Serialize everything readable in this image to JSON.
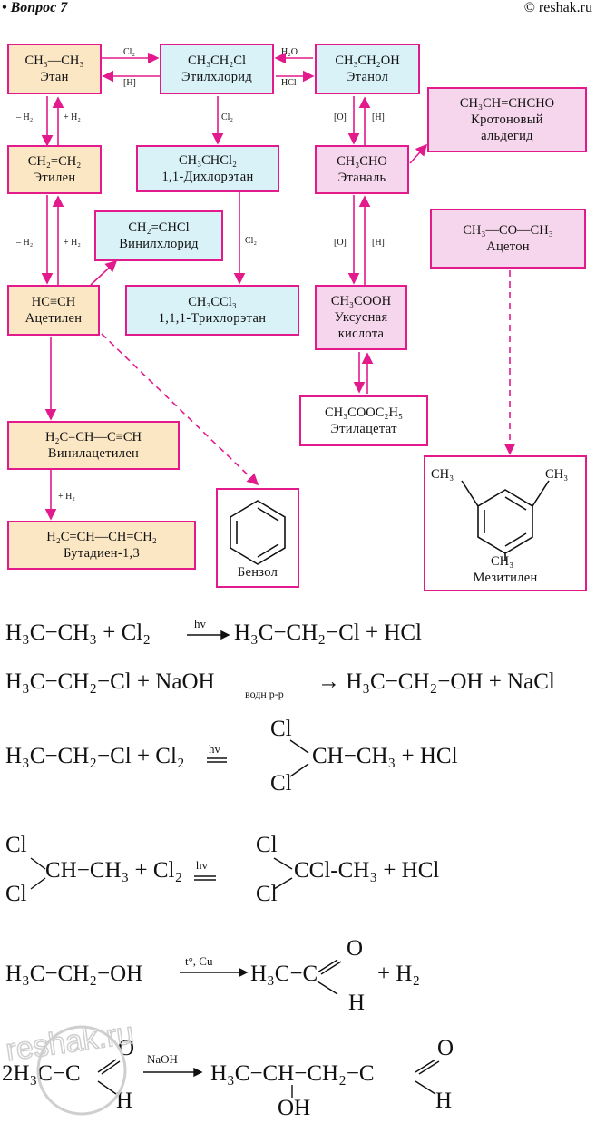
{
  "header": {
    "question": "• Вопрос 7",
    "site": "© reshak.ru"
  },
  "nodes": {
    "ethane": {
      "formula": "CH₃—CH₃",
      "name": "Этан"
    },
    "ethylchloride": {
      "formula": "CH₃CH₂Cl",
      "name": "Этилхлорид"
    },
    "ethanol": {
      "formula": "CH₃CH₂OH",
      "name": "Этанол"
    },
    "ethylene": {
      "formula": "CH₂=CH₂",
      "name": "Этилен"
    },
    "dichloroethane": {
      "formula": "CH₃CHCl₂",
      "name": "1,1-Дихлорэтан"
    },
    "ethanal": {
      "formula": "CH₃CHO",
      "name": "Этаналь"
    },
    "crotonaldehyde": {
      "formula": "CH₃CH=CHCHO",
      "name1": "Кротоновый",
      "name2": "альдегид"
    },
    "vinylchloride": {
      "formula": "CH₂=CHCl",
      "name": "Винилхлорид"
    },
    "acetone": {
      "formula": "CH₃—CO—CH₃",
      "name": "Ацетон"
    },
    "acetylene": {
      "formula": "HC≡CH",
      "name": "Ацетилен"
    },
    "trichloroethane": {
      "formula": "CH₃CCl₃",
      "name": "1,1,1-Трихлорэтан"
    },
    "aceticacid": {
      "formula": "CH₃COOH",
      "name1": "Уксусная",
      "name2": "кислота"
    },
    "ethylacetate": {
      "formula": "CH₃COOC₂H₅",
      "name": "Этилацетат"
    },
    "vinylacetylene": {
      "formula": "H₂C=CH—C≡CH",
      "name": "Винилацетилен"
    },
    "benzene": {
      "name": "Бензол"
    },
    "butadiene": {
      "formula": "H₂C=CH—CH=CH₂",
      "name": "Бутадиен-1,3"
    },
    "mesitylene": {
      "name": "Мезитилен",
      "ch3": "CH₃"
    }
  },
  "arrow_labels": {
    "cl2_top": "Cl₂",
    "h_top": "[H]",
    "h2o": "H₂O",
    "hcl": "HCl",
    "cl2_mid": "Cl₂",
    "cl2_low": "Cl₂",
    "minus_h2_a": "– H₂",
    "plus_h2_a": "+ H₂",
    "minus_h2_b": "– H₂",
    "plus_h2_b": "+ H₂",
    "o_a": "[O]",
    "h_a": "[H]",
    "o_b": "[O]",
    "h_b": "[H]",
    "plus_h2_c": "+ H₂"
  },
  "equations": {
    "eq1": {
      "left": "H₃C−CH₃ + Cl₂",
      "cond": "hv",
      "right": "H₃C−CH₂−Cl + HCl"
    },
    "eq2": {
      "text": "H₃C−CH₂−Cl + NaOH",
      "sub": "водн р-р",
      "right": "→ H₃C−CH₂−OH + NaCl"
    },
    "eq3": {
      "left": "H₃C−CH₂−Cl + Cl₂",
      "cond": "hv",
      "cl_top": "Cl",
      "cl_bot": "Cl",
      "right": "CH−CH₃ + HCl"
    },
    "eq4": {
      "cl_top": "Cl",
      "cl_bot": "Cl",
      "mid": "CH−CH₃  + Cl₂",
      "cond": "hv",
      "cl_top2": "Cl",
      "cl_bot2": "Cl",
      "right": "CCl-CH₃ + HCl"
    },
    "eq5": {
      "left": "H₃C−CH₂−OH",
      "cond": "t°, Cu",
      "right": "H₃C−C",
      "o": "O",
      "h": "H",
      "tail": "+ H₂"
    },
    "eq6": {
      "left": "2H₃C−C",
      "o": "O",
      "h": "H",
      "cond": "NaOH",
      "right": "H₃C−CH−CH₂−C",
      "oh": "OH",
      "o2": "O",
      "h2": "H"
    }
  },
  "watermark": "reshak.ru",
  "colors": {
    "accent": "#e21a8c",
    "yellow": "#fbe7c4",
    "cyan": "#d8f2f8",
    "pink": "#f6d6ec"
  }
}
